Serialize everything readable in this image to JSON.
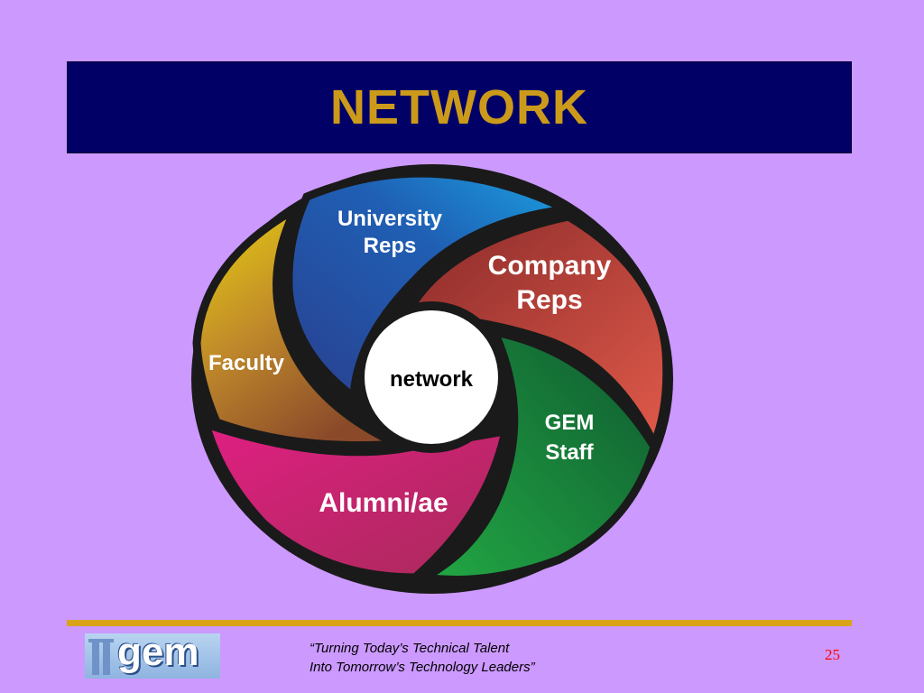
{
  "title": "NETWORK",
  "segments": {
    "university": [
      "University",
      "Reps"
    ],
    "company": [
      "Company",
      "Reps"
    ],
    "gem_staff": [
      "GEM",
      "Staff"
    ],
    "alumni": "Alumni/ae",
    "faculty": "Faculty"
  },
  "center_label": "network",
  "footer": {
    "logo_text": "gem",
    "tagline_line1": "“Turning Today’s Technical Talent",
    "tagline_line2": "Into Tomorrow’s Technology Leaders”",
    "page_number": "25"
  },
  "colors": {
    "background": "#cc99ff",
    "title_bar": "#000066",
    "title_text": "#cc9a1a",
    "university": "#1a3f9a",
    "company": "#c0392b",
    "gem_staff": "#1a9a3a",
    "alumni": "#d61f7a",
    "faculty": "#d4a21a",
    "footer_line": "#d9a31a",
    "page_number": "#ff0000"
  }
}
